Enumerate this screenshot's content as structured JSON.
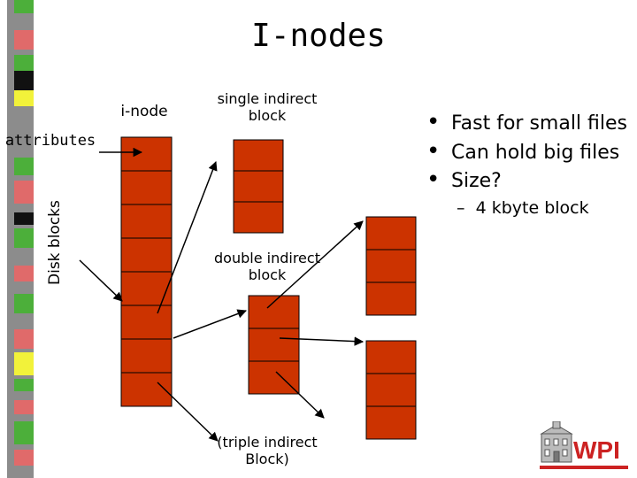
{
  "title": "I-nodes",
  "labels": {
    "inode": "i-node",
    "attributes": "attributes",
    "disk_blocks": "Disk blocks",
    "single_indirect": "single indirect block",
    "double_indirect": "double indirect block",
    "triple_indirect": "(triple indirect Block)"
  },
  "bullets": [
    "Fast for small files",
    "Can hold big files",
    "Size?"
  ],
  "sub_bullet": {
    "dash": "–",
    "text": "4 kbyte block"
  },
  "bullet_glyph": "•",
  "logo_text": "WPI",
  "colors": {
    "block_fill": "#cc3300",
    "block_stroke": "#000000",
    "logo_red": "#cc2222"
  }
}
